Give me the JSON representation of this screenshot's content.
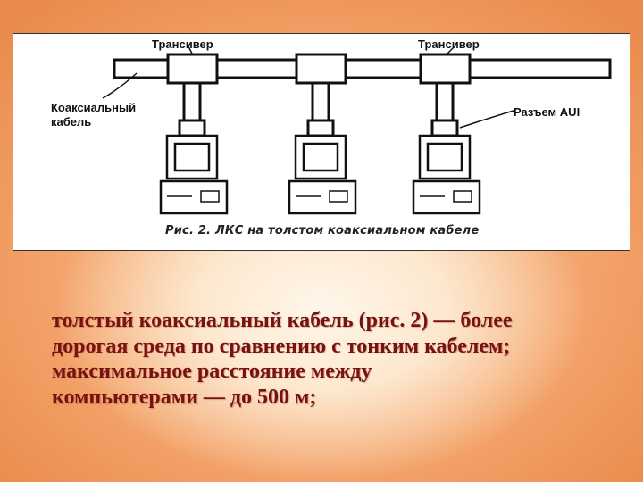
{
  "figure": {
    "labels": {
      "transceiver_left": "Трансивер",
      "transceiver_right": "Трансивер",
      "coax_line1": "Коаксиальный",
      "coax_line2": "кабель",
      "aui": "Разъем AUI"
    },
    "caption": "Рис. 2. ЛКС на толстом коаксиальном кабеле"
  },
  "body_text": {
    "lines": [
      "толстый коаксиальный кабель (рис. 2) — более",
      "дорогая среда по сравнению с тонким кабелем;",
      "максимальное расстояние между",
      "компьютерами — до 500 м;"
    ]
  }
}
